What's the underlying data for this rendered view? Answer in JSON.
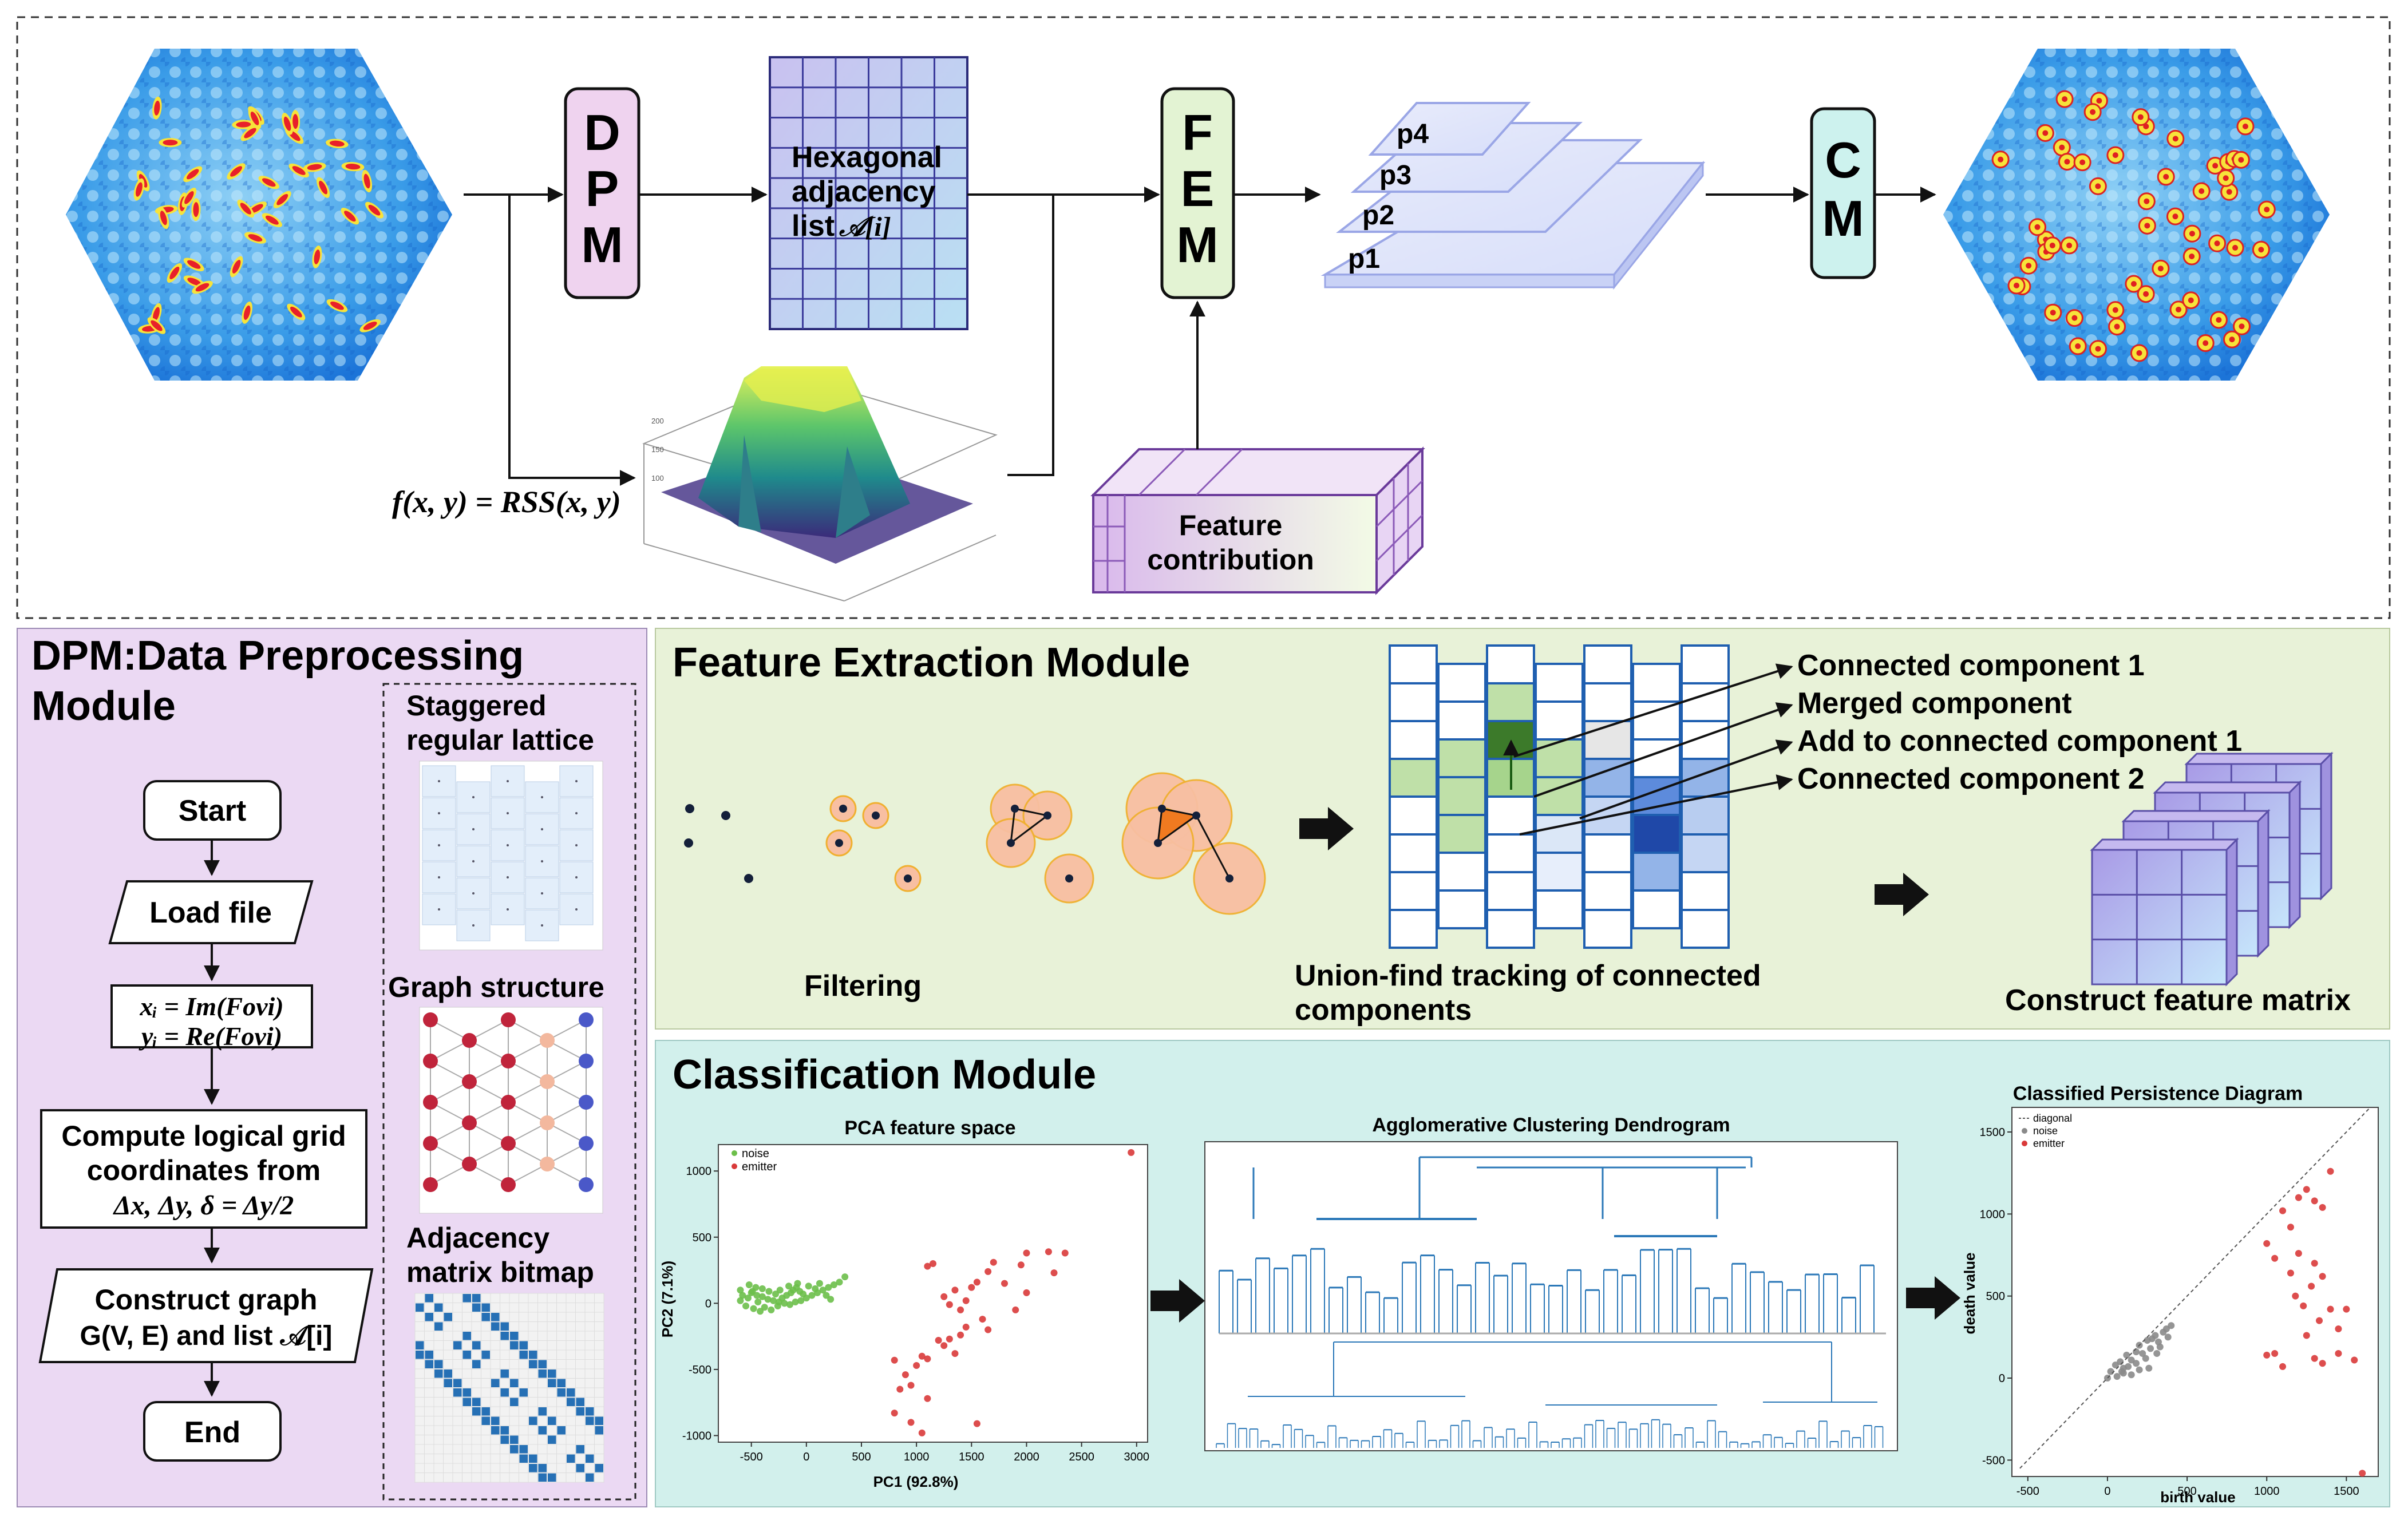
{
  "top": {
    "dpm_letters": [
      "D",
      "P",
      "M"
    ],
    "fem_letters": [
      "F",
      "E",
      "M"
    ],
    "cm_letters": [
      "C",
      "M"
    ],
    "adjacency_label": [
      "Hexagonal",
      "adjacency",
      "list"
    ],
    "adjacency_symbol": "𝒜[i]",
    "pyramid_labels": [
      "p4",
      "p3",
      "p2",
      "p1"
    ],
    "rss_formula": "f(x, y) = RSS(x, y)",
    "feature_contribution": [
      "Feature",
      "contribution"
    ]
  },
  "dpm": {
    "title_line1": "DPM:Data Preprocessing",
    "title_line2": "Module",
    "flow": {
      "start": "Start",
      "load": "Load file",
      "xi": "xᵢ = Im(Fovi)",
      "yi": "yᵢ = Re(Fovi)",
      "compute": [
        "Compute logical grid",
        "coordinates from",
        "Δx,  Δy,   δ = Δy/2"
      ],
      "construct": [
        "Construct graph",
        "G(V, E) and list 𝒜[i]"
      ],
      "end": "End"
    },
    "side": {
      "staggered": [
        "Staggered",
        "regular lattice"
      ],
      "graph": "Graph structure",
      "adjacency": [
        "Adjacency",
        "matrix bitmap"
      ]
    }
  },
  "fem": {
    "title": "Feature Extraction Module",
    "filtering": "Filtering",
    "union_find": [
      "Union-find tracking of connected",
      "components"
    ],
    "annotations": [
      "Connected component 1",
      "Merged component",
      "Add to connected component 1",
      "Connected component 2"
    ],
    "construct": "Construct feature matrix"
  },
  "cls": {
    "title": "Classification Module",
    "pca_title": "PCA feature space",
    "pca_xlabel": "PC1  (92.8%)",
    "pca_ylabel": "PC2  (7.1%)",
    "pca_legend": [
      "noise",
      "emitter"
    ],
    "pca_xticks": [
      "-500",
      "0",
      "500",
      "1000",
      "1500",
      "2000",
      "2500",
      "3000"
    ],
    "pca_yticks": [
      "1000",
      "500",
      "0",
      "-500",
      "-1000"
    ],
    "dendro_title": "Agglomerative Clustering Dendrogram",
    "pd_title": "Classified Persistence Diagram",
    "pd_xlabel": "birth value",
    "pd_ylabel": "death value",
    "pd_legend": [
      "diagonal",
      "noise",
      "emitter"
    ],
    "pd_xticks": [
      "-500",
      "0",
      "500",
      "1000",
      "1500"
    ],
    "pd_yticks": [
      "1500",
      "1000",
      "500",
      "0",
      "-500"
    ]
  },
  "colors": {
    "dpm_bg": "#ebd9f3",
    "fem_bg": "#e8f2d8",
    "cls_bg": "#d2f0ec",
    "dpm_box": "#efd3ef",
    "fem_box": "#e3f3d3",
    "cm_box": "#cdf2ee",
    "noise": "#6cbf4a",
    "emitter": "#d93a3a",
    "dendro": "#2b78b8"
  },
  "chart_data": [
    {
      "type": "scatter",
      "title": "PCA feature space",
      "xlabel": "PC1  (92.8%)",
      "ylabel": "PC2  (7.1%)",
      "xlim": [
        -800,
        3100
      ],
      "ylim": [
        -1050,
        1200
      ],
      "series": [
        {
          "name": "noise",
          "points": [
            [
              -600,
              100
            ],
            [
              -500,
              80
            ],
            [
              -450,
              60
            ],
            [
              -400,
              50
            ],
            [
              -350,
              30
            ],
            [
              -300,
              20
            ],
            [
              -250,
              10
            ],
            [
              -200,
              0
            ],
            [
              -150,
              -10
            ],
            [
              -100,
              10
            ],
            [
              -50,
              20
            ],
            [
              0,
              40
            ],
            [
              50,
              60
            ],
            [
              100,
              80
            ],
            [
              150,
              100
            ],
            [
              200,
              120
            ],
            [
              250,
              140
            ],
            [
              -550,
              -20
            ],
            [
              -480,
              -40
            ],
            [
              -420,
              -60
            ],
            [
              -380,
              -30
            ],
            [
              -320,
              -50
            ],
            [
              -260,
              -20
            ],
            [
              -220,
              40
            ],
            [
              -180,
              60
            ],
            [
              -140,
              80
            ],
            [
              -120,
              100
            ],
            [
              -90,
              120
            ],
            [
              -60,
              90
            ],
            [
              -30,
              70
            ],
            [
              -520,
              140
            ],
            [
              -460,
              120
            ],
            [
              -400,
              110
            ],
            [
              -340,
              90
            ],
            [
              -280,
              70
            ],
            [
              -240,
              100
            ],
            [
              -160,
              130
            ],
            [
              -80,
              150
            ],
            [
              20,
              130
            ],
            [
              80,
              110
            ],
            [
              120,
              150
            ],
            [
              180,
              60
            ],
            [
              220,
              30
            ],
            [
              300,
              160
            ],
            [
              350,
              200
            ],
            [
              -600,
              20
            ],
            [
              -580,
              60
            ],
            [
              -530,
              40
            ],
            [
              -490,
              90
            ],
            [
              -440,
              10
            ]
          ]
        },
        {
          "name": "emitter",
          "points": [
            [
              2950,
              1140
            ],
            [
              2350,
              380
            ],
            [
              2200,
              390
            ],
            [
              2000,
              380
            ],
            [
              1950,
              290
            ],
            [
              2250,
              230
            ],
            [
              1650,
              240
            ],
            [
              1550,
              160
            ],
            [
              1500,
              120
            ],
            [
              1350,
              100
            ],
            [
              1450,
              20
            ],
            [
              1300,
              -10
            ],
            [
              1900,
              -50
            ],
            [
              1600,
              -120
            ],
            [
              1450,
              -180
            ],
            [
              1400,
              -240
            ],
            [
              1300,
              -270
            ],
            [
              1250,
              -320
            ],
            [
              1200,
              -280
            ],
            [
              1350,
              -380
            ],
            [
              1100,
              -420
            ],
            [
              1050,
              -400
            ],
            [
              1000,
              -470
            ],
            [
              900,
              -540
            ],
            [
              800,
              -430
            ],
            [
              850,
              -650
            ],
            [
              950,
              -620
            ],
            [
              1100,
              -720
            ],
            [
              800,
              -830
            ],
            [
              950,
              -900
            ],
            [
              1050,
              -980
            ],
            [
              1550,
              -910
            ],
            [
              2000,
              80
            ],
            [
              1800,
              150
            ],
            [
              1700,
              310
            ],
            [
              1100,
              280
            ],
            [
              1150,
              300
            ],
            [
              1400,
              -50
            ],
            [
              1250,
              50
            ],
            [
              1650,
              -200
            ]
          ]
        }
      ]
    },
    {
      "type": "scatter",
      "title": "Classified Persistence Diagram",
      "xlabel": "birth value",
      "ylabel": "death value",
      "xlim": [
        -600,
        1700
      ],
      "ylim": [
        -600,
        1650
      ],
      "series": [
        {
          "name": "noise",
          "points": [
            [
              0,
              0
            ],
            [
              20,
              40
            ],
            [
              50,
              80
            ],
            [
              80,
              100
            ],
            [
              100,
              60
            ],
            [
              120,
              140
            ],
            [
              150,
              110
            ],
            [
              180,
              160
            ],
            [
              200,
              200
            ],
            [
              220,
              150
            ],
            [
              250,
              230
            ],
            [
              270,
              180
            ],
            [
              300,
              260
            ],
            [
              320,
              220
            ],
            [
              350,
              280
            ],
            [
              370,
              300
            ],
            [
              200,
              50
            ],
            [
              150,
              20
            ],
            [
              100,
              30
            ],
            [
              60,
              10
            ],
            [
              240,
              120
            ],
            [
              280,
              240
            ],
            [
              330,
              190
            ],
            [
              380,
              250
            ],
            [
              400,
              320
            ],
            [
              180,
              90
            ],
            [
              130,
              70
            ],
            [
              90,
              40
            ],
            [
              260,
              60
            ],
            [
              310,
              150
            ]
          ]
        },
        {
          "name": "emitter",
          "points": [
            [
              1250,
              1150
            ],
            [
              1200,
              1100
            ],
            [
              1100,
              1020
            ],
            [
              1400,
              1260
            ],
            [
              1300,
              1080
            ],
            [
              1350,
              1040
            ],
            [
              1150,
              920
            ],
            [
              1000,
              820
            ],
            [
              1050,
              730
            ],
            [
              1200,
              760
            ],
            [
              1300,
              700
            ],
            [
              1350,
              620
            ],
            [
              1280,
              560
            ],
            [
              1180,
              500
            ],
            [
              1400,
              420
            ],
            [
              1450,
              300
            ],
            [
              1250,
              260
            ],
            [
              1050,
              150
            ],
            [
              1000,
              140
            ],
            [
              1300,
              120
            ],
            [
              1350,
              90
            ],
            [
              1100,
              70
            ],
            [
              1450,
              150
            ],
            [
              1550,
              110
            ],
            [
              1600,
              -580
            ],
            [
              1500,
              420
            ],
            [
              1150,
              640
            ],
            [
              1230,
              440
            ],
            [
              1330,
              350
            ]
          ]
        }
      ]
    }
  ]
}
